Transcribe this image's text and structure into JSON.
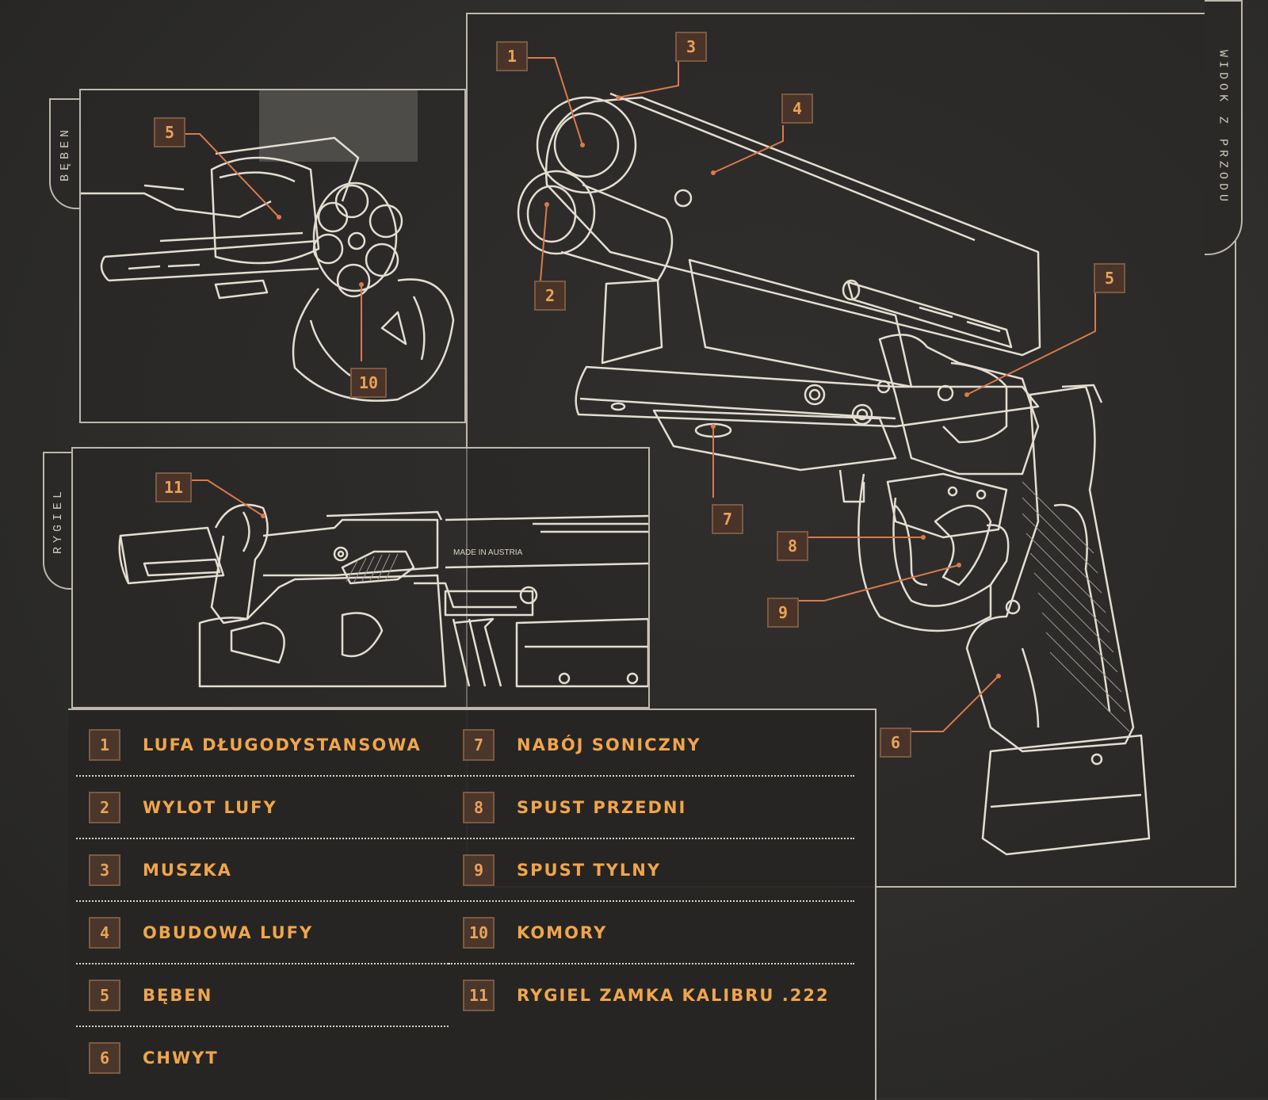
{
  "tabs": {
    "drum": "BĘBEN",
    "bolt": "RYGIEL",
    "front_view": "WIDOK Z PRZODU"
  },
  "engraving": "MADE IN AUSTRIA",
  "callouts": {
    "c1": "1",
    "c2": "2",
    "c3": "3",
    "c4": "4",
    "c5_main": "5",
    "c5_drum": "5",
    "c6": "6",
    "c7": "7",
    "c8": "8",
    "c9": "9",
    "c10": "10",
    "c11": "11"
  },
  "legend": [
    {
      "num": "1",
      "label": "LUFA DŁUGODYSTANSOWA"
    },
    {
      "num": "2",
      "label": "WYLOT LUFY"
    },
    {
      "num": "3",
      "label": "MUSZKA"
    },
    {
      "num": "4",
      "label": "OBUDOWA LUFY"
    },
    {
      "num": "5",
      "label": "BĘBEN"
    },
    {
      "num": "6",
      "label": "CHWYT"
    },
    {
      "num": "7",
      "label": "NABÓJ SONICZNY"
    },
    {
      "num": "8",
      "label": "SPUST PRZEDNI"
    },
    {
      "num": "9",
      "label": "SPUST TYLNY"
    },
    {
      "num": "10",
      "label": "KOMORY"
    },
    {
      "num": "11",
      "label": "RYGIEL ZAMKA KALIBRU .222"
    }
  ],
  "colors": {
    "accent": "#e8a35a",
    "line": "#e3ddd2",
    "callout_line": "#d9794d",
    "background": "#2e2d2b"
  }
}
